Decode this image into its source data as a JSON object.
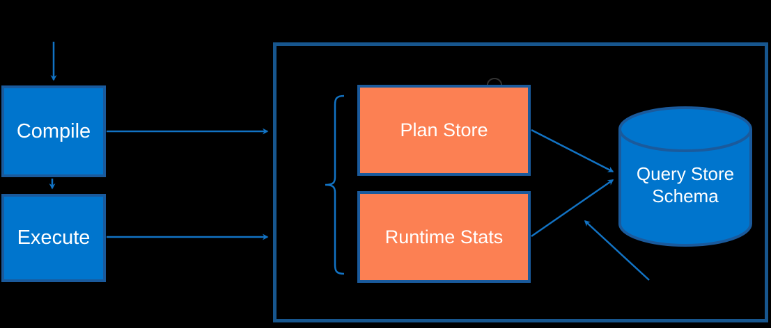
{
  "diagram": {
    "colors": {
      "background": "#000000",
      "node_fill_blue": "#0075CD",
      "node_fill_orange": "#FC8053",
      "node_border": "#1A5A9C",
      "container_border": "#17568E",
      "arrow": "#1273C4",
      "text": "#FFFFFF"
    },
    "nodes": {
      "compile": {
        "label": "Compile",
        "type": "process"
      },
      "execute": {
        "label": "Execute",
        "type": "process"
      },
      "plan_store": {
        "label": "Plan Store",
        "type": "store"
      },
      "runtime_stats": {
        "label": "Runtime Stats",
        "type": "store"
      },
      "query_store_schema": {
        "label": "Query Store Schema",
        "type": "database"
      }
    },
    "edges": [
      {
        "from": "offscreen-top",
        "to": "compile",
        "style": "arrow"
      },
      {
        "from": "compile",
        "to": "execute",
        "style": "arrow"
      },
      {
        "from": "compile",
        "to": "container",
        "style": "arrow"
      },
      {
        "from": "execute",
        "to": "container",
        "style": "arrow"
      },
      {
        "from": "plan_store",
        "to": "query_store_schema",
        "style": "arrow"
      },
      {
        "from": "runtime_stats",
        "to": "query_store_schema",
        "style": "arrow"
      },
      {
        "from": "offscreen-bottom-right",
        "to": "query_store_schema",
        "style": "arrow"
      },
      {
        "from": "brace",
        "to": "plan_store,runtime_stats",
        "style": "curly-brace"
      }
    ]
  }
}
